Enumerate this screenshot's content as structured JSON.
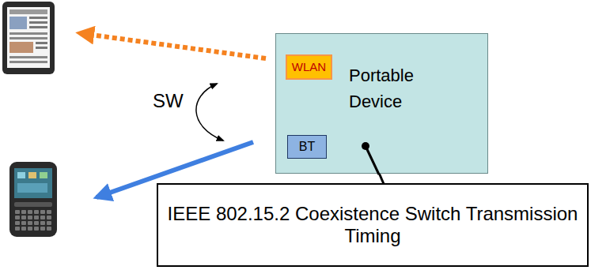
{
  "diagram": {
    "nodes": [
      {
        "text": [
          "Portable Device"
        ]
      },
      {
        "text": [
          "WLAN"
        ],
        "in": 0
      },
      {
        "text": [
          "BT"
        ],
        "in": 0
      },
      {
        "text": [
          "IEEE 802.15.2 Coexistence Switch Transmission Timing"
        ]
      }
    ],
    "edges": [
      {
        "from": 3,
        "to": 0,
        "arrow": "none"
      }
    ],
    "labels": [
      "SW"
    ]
  }
}
